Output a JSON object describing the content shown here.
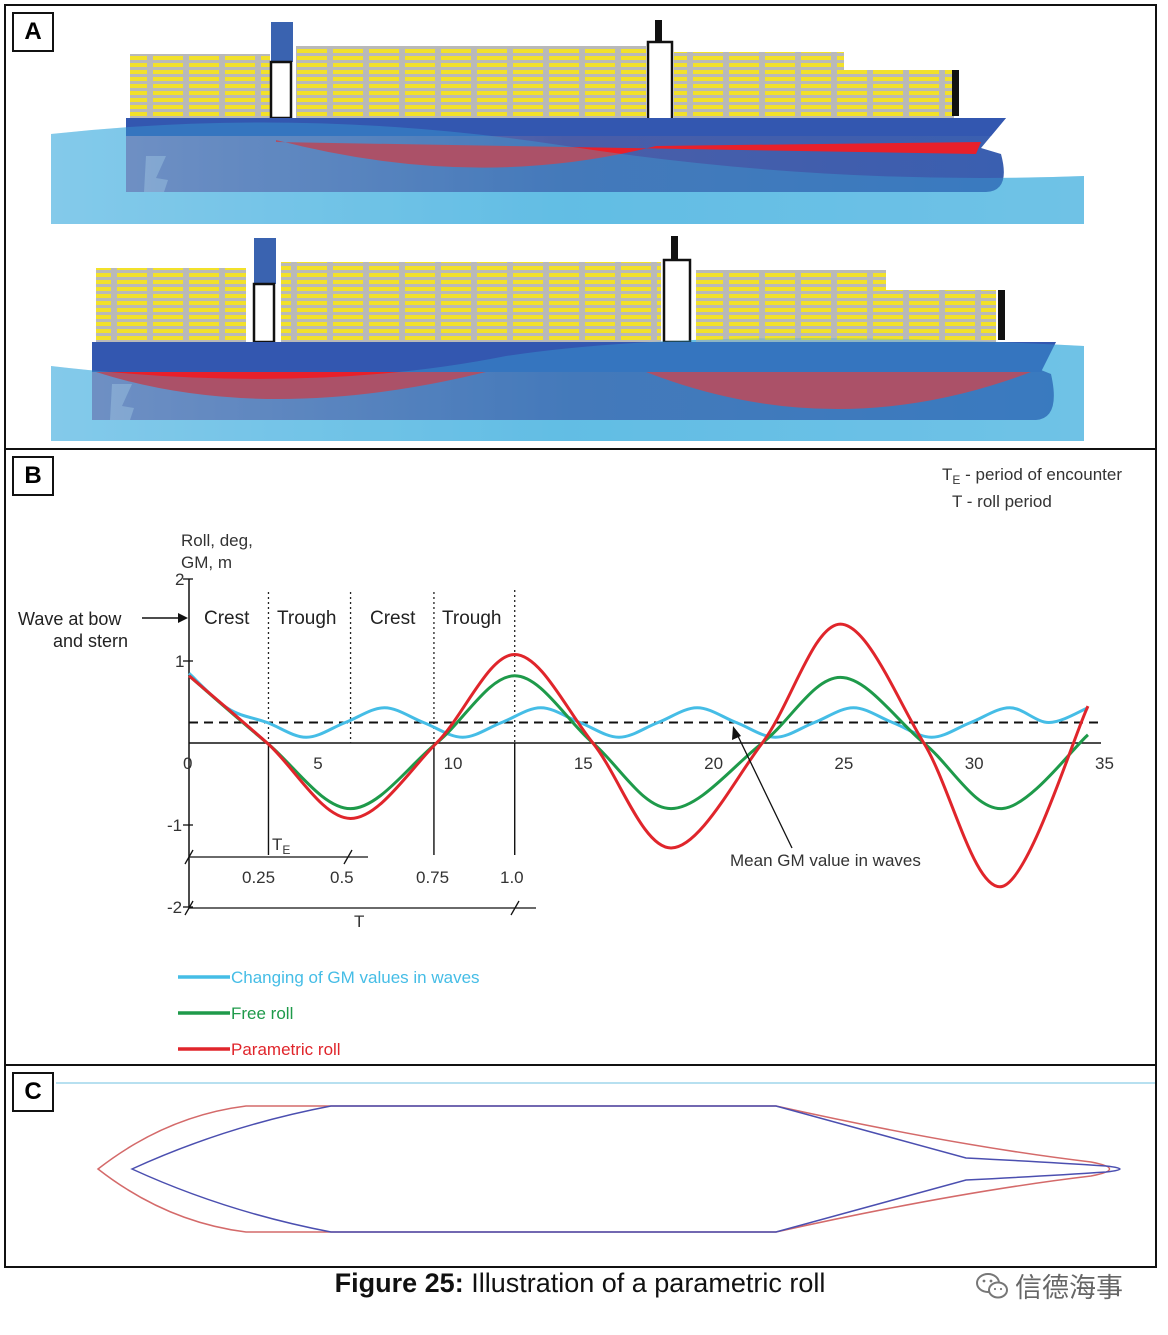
{
  "panels": {
    "a": {
      "label": "A"
    },
    "b": {
      "label": "B"
    },
    "c": {
      "label": "C"
    }
  },
  "notes": {
    "te_def": "T",
    "te_def_sub": "E",
    "te_def_rest": " - period of encounter",
    "t_def": "T - roll period"
  },
  "chart_data": {
    "type": "line",
    "ylabel_line1": "Roll, deg,",
    "ylabel_line2": "GM, m",
    "xlim": [
      0,
      35
    ],
    "ylim": [
      -2,
      2
    ],
    "x_ticks": [
      0,
      5,
      10,
      15,
      20,
      25,
      30,
      35
    ],
    "y_ticks": [
      2,
      1,
      -1,
      -2
    ],
    "wave_label_line1": "Wave at bow",
    "wave_label_line2": "and stern",
    "phase_labels": [
      "Crest",
      "Trough",
      "Crest",
      "Trough"
    ],
    "mean_gm_label": "Mean GM value in waves",
    "mean_gm_value": 0.25,
    "te_marker": "T",
    "te_marker_sub": "E",
    "period_fractions": [
      "0.25",
      "0.5",
      "0.75",
      "1.0"
    ],
    "period_label": "T",
    "series": [
      {
        "name": "Changing of GM values in waves",
        "color": "#45bde6",
        "x": [
          0,
          1.5,
          3,
          4.5,
          6,
          7.5,
          9,
          10.5,
          12,
          13.5,
          15,
          16.5,
          18,
          19.5,
          21,
          22.5,
          24,
          25.5,
          27,
          28.5,
          30,
          31.5,
          33,
          34.5
        ],
        "y": [
          0.85,
          0.42,
          0.25,
          0.07,
          0.25,
          0.43,
          0.25,
          0.07,
          0.25,
          0.43,
          0.25,
          0.07,
          0.25,
          0.43,
          0.25,
          0.07,
          0.25,
          0.43,
          0.25,
          0.07,
          0.25,
          0.43,
          0.25,
          0.43
        ]
      },
      {
        "name": "Free roll",
        "color": "#1e9a4a",
        "x": [
          0,
          3,
          6.2,
          9.5,
          12.5,
          15.5,
          18.5,
          22,
          25,
          28.2,
          31.2,
          34.5
        ],
        "y": [
          0.82,
          0.0,
          -0.8,
          0.0,
          0.82,
          0.0,
          -0.8,
          0.0,
          0.8,
          0.0,
          -0.8,
          0.1
        ]
      },
      {
        "name": "Parametric roll",
        "color": "#e0252b",
        "x": [
          0,
          3,
          6.2,
          9.5,
          12.5,
          15.5,
          18.5,
          22,
          25,
          28.2,
          31.2,
          34.5
        ],
        "y": [
          0.82,
          0.0,
          -0.92,
          0.0,
          1.08,
          0.0,
          -1.28,
          0.0,
          1.45,
          0.0,
          -1.75,
          0.45
        ]
      }
    ]
  },
  "caption": {
    "bold": "Figure 25:",
    "rest": " Illustration of a parametric roll"
  },
  "watermark": {
    "text": "信德海事"
  }
}
